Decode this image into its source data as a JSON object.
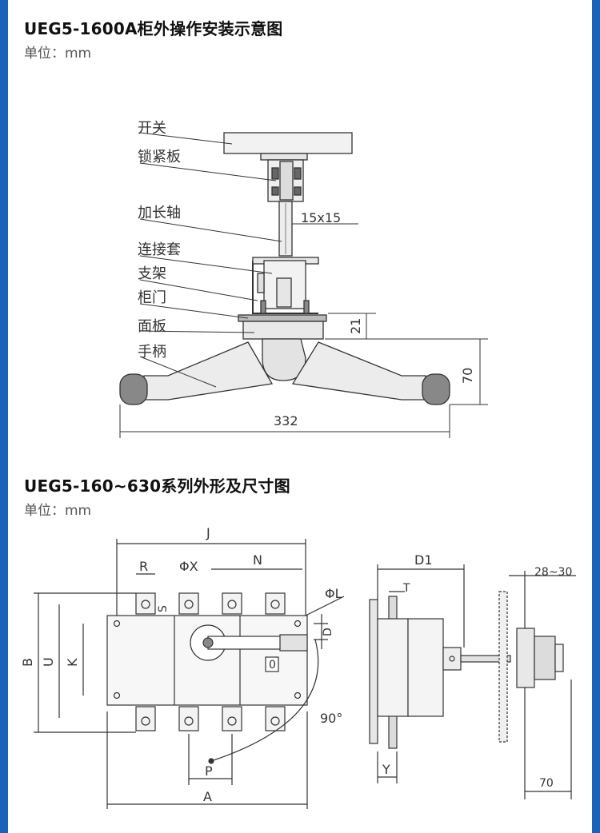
{
  "sections": [
    {
      "title": "UEG5-1600A柜外操作安装示意图",
      "unit": "单位：mm",
      "labels": {
        "switch": "开关",
        "lock_plate": "锁紧板",
        "extension_shaft": "加长轴",
        "coupling_sleeve": "连接套",
        "bracket": "支架",
        "cabinet_door": "柜门",
        "panel": "面板",
        "handle": "手柄"
      },
      "dimensions": {
        "shaft": "15x15",
        "d21": "21",
        "d70": "70",
        "d332": "332"
      }
    },
    {
      "title": "UEG5-160~630系列外形及尺寸图",
      "unit": "单位：mm",
      "dimensions": {
        "J": "J",
        "R": "R",
        "X": "ΦX",
        "N": "N",
        "L": "ΦL",
        "S": "S",
        "D": "D",
        "B": "B",
        "U": "U",
        "K": "K",
        "angle": "90°",
        "P": "P",
        "A": "A",
        "D1": "D1",
        "T": "T",
        "range": "28~30",
        "Y": "Y",
        "d70": "70",
        "indicator": "0"
      }
    }
  ]
}
